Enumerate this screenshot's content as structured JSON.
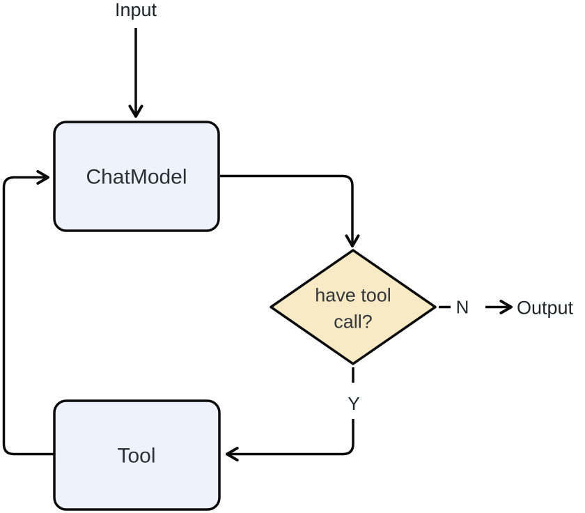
{
  "diagram": {
    "type": "flowchart",
    "nodes": {
      "input_label": "Input",
      "chat_model": {
        "label": "ChatModel",
        "shape": "rounded-rect"
      },
      "decision": {
        "label": "have tool call?",
        "label_lines": [
          "have tool",
          "call?"
        ],
        "shape": "diamond"
      },
      "tool": {
        "label": "Tool",
        "shape": "rounded-rect"
      },
      "output_label": "Output"
    },
    "edges": {
      "input_to_chatmodel": {
        "style": "solid-arrow"
      },
      "chatmodel_to_decision": {
        "style": "solid-arrow"
      },
      "decision_to_output": {
        "label": "N",
        "style": "dashed-arrow"
      },
      "decision_to_tool": {
        "label": "Y",
        "style": "dashed-arrow"
      },
      "tool_to_chatmodel": {
        "style": "solid-arrow"
      },
      "no_label": "N",
      "yes_label": "Y"
    },
    "colors": {
      "background": "#ffffff",
      "node_fill": "#eef2fb",
      "decision_fill": "#f9eac6",
      "stroke": "#0a0a0a",
      "text": "#2a3039"
    }
  }
}
